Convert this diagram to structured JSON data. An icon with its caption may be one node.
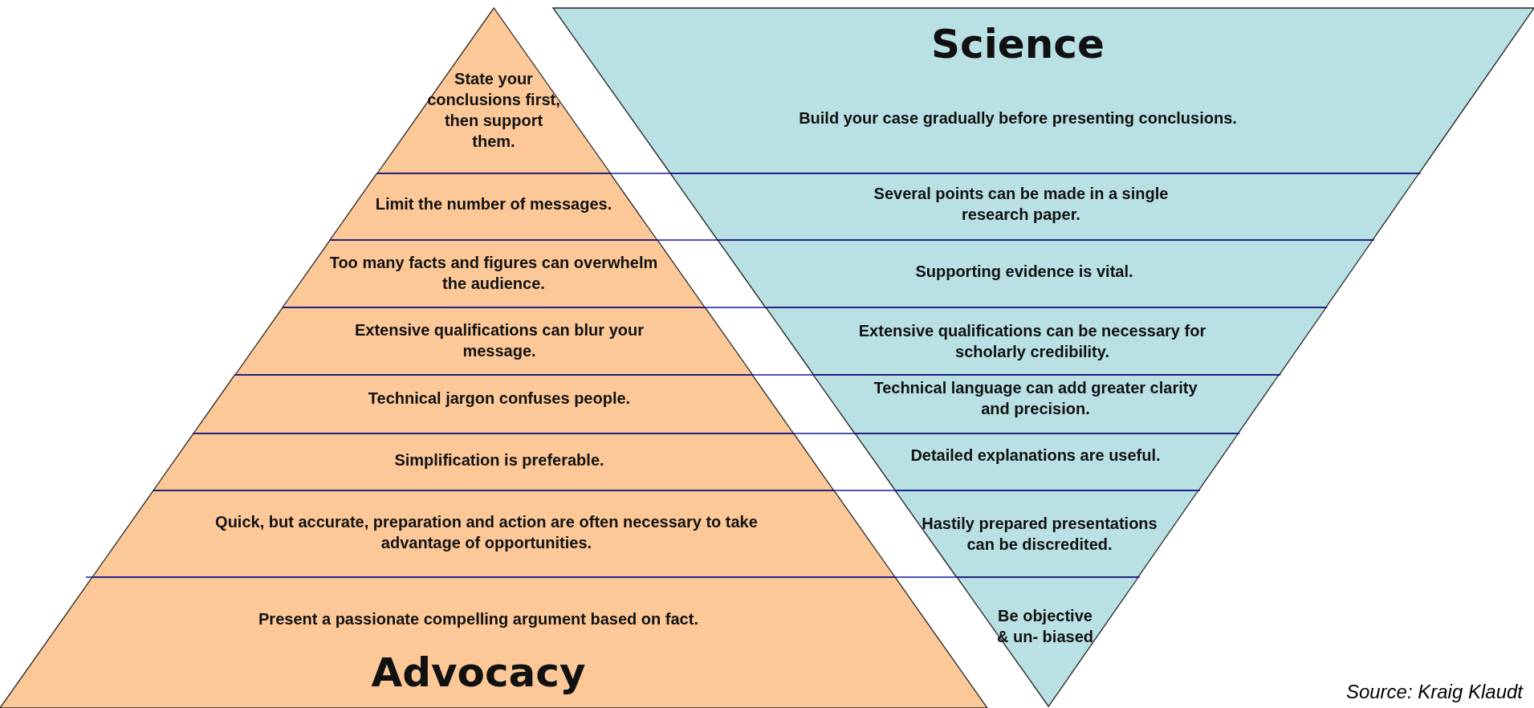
{
  "diagram": {
    "nodes": [
      {
        "text": [
          "State your conclusions first, then support them."
        ]
      },
      {
        "text": [
          "Limit the number of messages."
        ]
      },
      {
        "text": [
          "Too many facts and figures can overwhelm the audience."
        ]
      },
      {
        "text": [
          "Extensive qualifications can blur your message."
        ]
      },
      {
        "text": [
          "Technical jargon confuses people."
        ]
      },
      {
        "text": [
          "Simplification is preferable."
        ]
      },
      {
        "text": [
          "Quick, but accurate, preparation and action are often necessary to take advantage of opportunities."
        ]
      },
      {
        "text": [
          "Present a passionate compelling argument based on fact.",
          "Advocacy"
        ]
      },
      {
        "text": [
          "Science",
          "Build your case gradually before presenting conclusions."
        ]
      },
      {
        "text": [
          "Several points can be made in a single research paper."
        ]
      },
      {
        "text": [
          "Supporting evidence is vital."
        ]
      },
      {
        "text": [
          "Extensive qualifications can be necessary for scholarly credibility."
        ]
      },
      {
        "text": [
          "Technical language can add greater clarity and precision."
        ]
      },
      {
        "text": [
          "Detailed explanations are useful."
        ]
      },
      {
        "text": [
          "Hastily prepared presentations can be discredited."
        ]
      },
      {
        "text": [
          "Be objective & un- biased"
        ]
      }
    ],
    "labels": [
      "Source: Kraig Klaudt"
    ]
  }
}
